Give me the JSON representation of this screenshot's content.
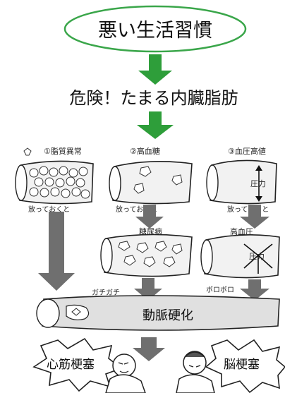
{
  "title_oval": "悪い生活習慣",
  "middle_text": "危険！たまる内臓脂肪",
  "columns": [
    {
      "label": "①脂質異常",
      "left": "放っておくと"
    },
    {
      "label": "②高血糖",
      "left": "放っておくと"
    },
    {
      "label": "③血圧高値",
      "left": "放っておくと"
    }
  ],
  "pressure_label": "圧力",
  "diabetes_label": "糖尿病",
  "hypertension_label": "高血圧",
  "sound_left": "ガチガチ",
  "sound_right": "ボロボロ",
  "arteriosclerosis": "動脈硬化",
  "outcomes": {
    "left": "心筋梗塞",
    "right": "脳梗塞"
  },
  "colors": {
    "green_arrow": "#2e9e3a",
    "gray_arrow": "#6f6f6f",
    "oval_border": "#3aa64a"
  }
}
